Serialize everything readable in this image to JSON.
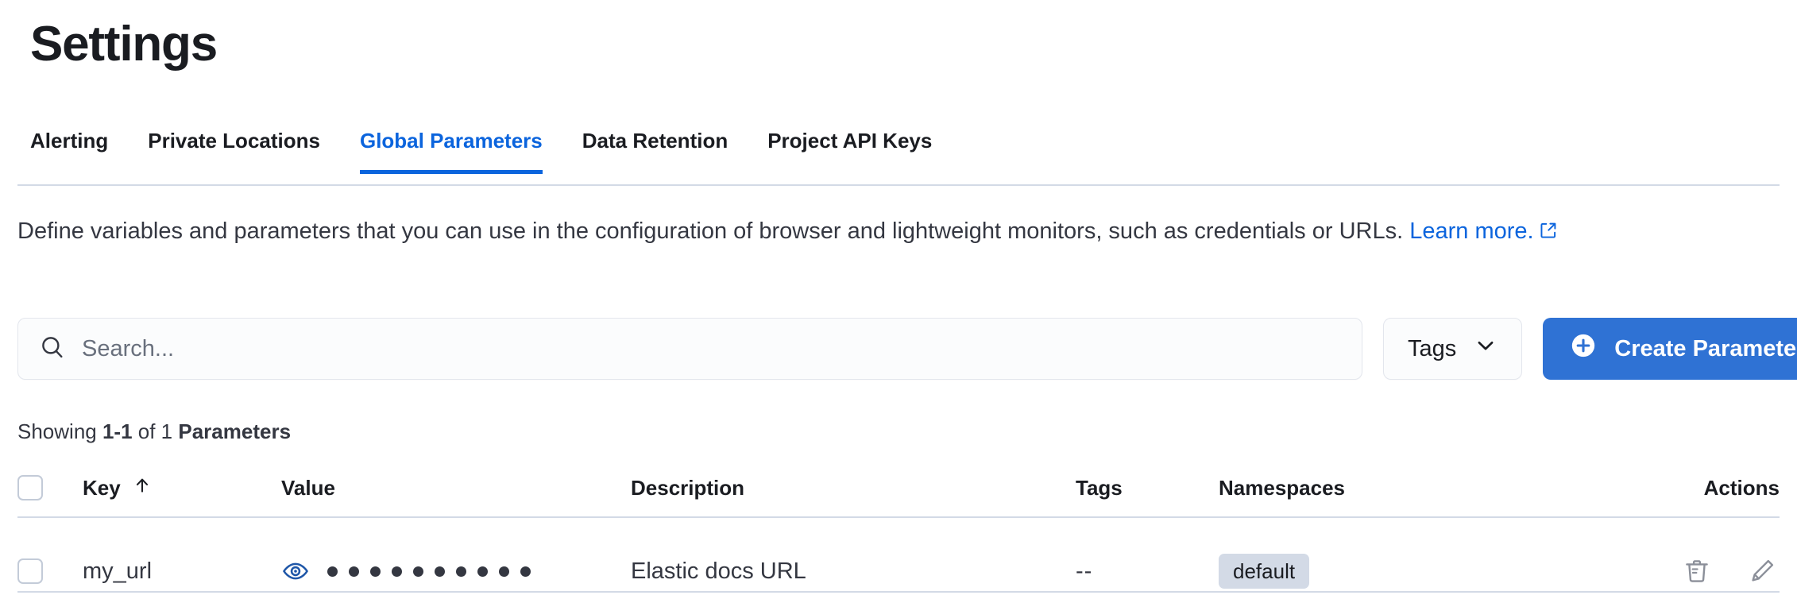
{
  "page": {
    "title": "Settings"
  },
  "tabs": [
    {
      "label": "Alerting",
      "active": false
    },
    {
      "label": "Private Locations",
      "active": false
    },
    {
      "label": "Global Parameters",
      "active": true
    },
    {
      "label": "Data Retention",
      "active": false
    },
    {
      "label": "Project API Keys",
      "active": false
    }
  ],
  "description": {
    "text": "Define variables and parameters that you can use in the configuration of browser and lightweight monitors, such as credentials or URLs.",
    "link_text": "Learn more.",
    "link_icon": "external-link-icon"
  },
  "controls": {
    "search": {
      "icon": "search-icon",
      "placeholder": "Search...",
      "value": ""
    },
    "tags_filter": {
      "label": "Tags",
      "icon": "chevron-down-icon"
    },
    "create": {
      "label": "Create Parameter",
      "icon": "plus-circle-icon",
      "color": "#2f72d4"
    }
  },
  "showing": {
    "prefix": "Showing ",
    "range": "1-1",
    "middle": " of 1 ",
    "entity": "Parameters"
  },
  "table": {
    "columns": [
      {
        "label": "Key",
        "sort": "asc",
        "sort_icon": "arrow-up-icon"
      },
      {
        "label": "Value"
      },
      {
        "label": "Description"
      },
      {
        "label": "Tags"
      },
      {
        "label": "Namespaces"
      },
      {
        "label": "Actions"
      }
    ],
    "rows": [
      {
        "key": "my_url",
        "value_masked": "••••••••••",
        "value_dot_count": 10,
        "value_toggle_icon": "eye-icon",
        "description": "Elastic docs URL",
        "tags": "--",
        "namespaces": [
          "default"
        ],
        "actions": [
          "trash-icon",
          "pencil-icon"
        ]
      }
    ]
  },
  "colors": {
    "accent": "#0b64dd",
    "primary_button": "#2f72d4",
    "badge_bg": "#d3dae6",
    "text": "#343741",
    "border": "#d3dae6"
  }
}
